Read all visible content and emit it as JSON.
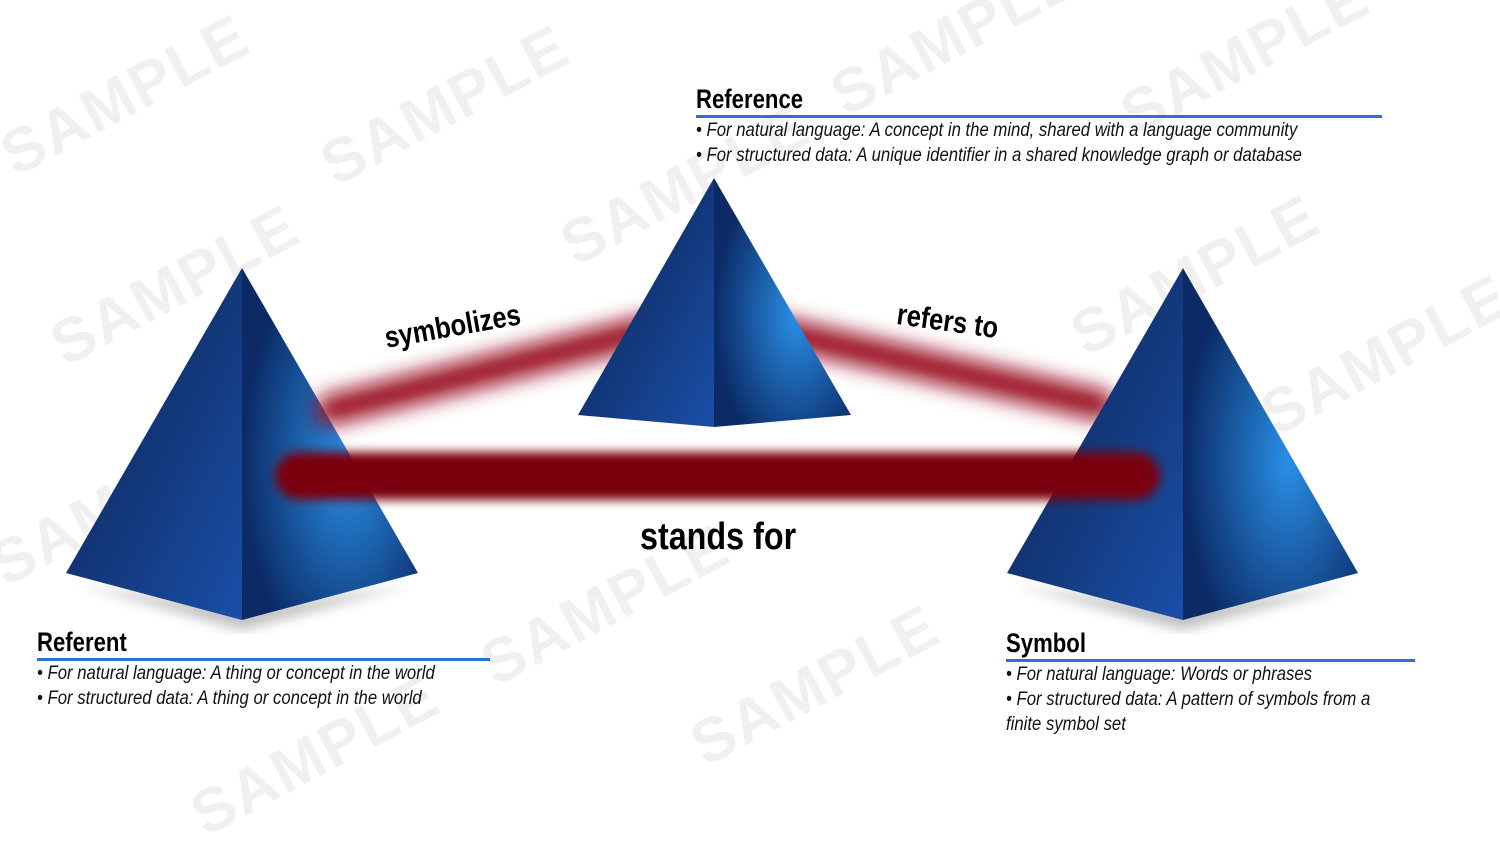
{
  "watermark": "SAMPLE",
  "nodes": {
    "reference": {
      "title": "Reference",
      "lines": [
        "• For natural language: A concept in the mind, shared with a language community",
        "• For structured data: A unique identifier in a shared knowledge graph or database"
      ]
    },
    "referent": {
      "title": "Referent",
      "lines": [
        "• For natural language: A thing or concept in the world",
        "• For structured data: A thing or concept in the world"
      ]
    },
    "symbol": {
      "title": "Symbol",
      "lines": [
        "• For natural language: Words or phrases",
        "• For structured data: A pattern of symbols from a",
        "finite symbol set"
      ]
    }
  },
  "edges": {
    "symbolizes": "symbolizes",
    "refers_to": "refers to",
    "stands_for": "stands for"
  },
  "colors": {
    "pyramid_light": "#2a8fe6",
    "pyramid_dark": "#0b1f4a",
    "bar": "#8a0a14",
    "rule": "#2a73d2"
  }
}
